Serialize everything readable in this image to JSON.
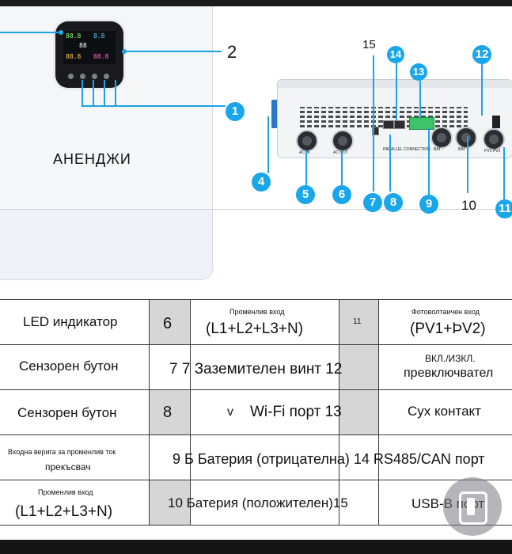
{
  "brand": "АНЕНДЖИ",
  "diagram": {
    "screen_texts": [
      "88.8",
      "8.8",
      "88",
      "88.8",
      "88.8"
    ],
    "labels": {
      "n1": "1",
      "n2": "2",
      "n4": "4",
      "n5": "5",
      "n6": "6",
      "n7": "7",
      "n8": "8",
      "n9": "9",
      "n10": "10",
      "n11": "11",
      "n12": "12",
      "n13": "13",
      "n14": "14",
      "n15": "15"
    },
    "port_tiny": {
      "ac_in": "AC IN",
      "ac_out": "AC OUT",
      "parallel": "PARALLEL CONNECTION",
      "bat_neg": "BAT -",
      "bat_pos": "BAT +",
      "pv": "PV1  PV2"
    }
  },
  "table": {
    "r1": {
      "c1": "LED индикатор",
      "c2": "6",
      "c3_small": "Променлив вход",
      "c3": "(L1+L2+L3+N)",
      "c4": "11",
      "c5_small": "Фотоволтаичен вход",
      "c5": "(PV1+ÞV2)"
    },
    "r2": {
      "c1": "Сензорен бутон",
      "c3": "7 7 Заземителен винт 12",
      "c5_small": "ВКЛ./ИЗКЛ.",
      "c5": "превключвател"
    },
    "r3": {
      "c1": "Сензорен бутон",
      "c2": "8",
      "c3_mark": "v",
      "c3": "Wi-Fi порт 13",
      "c5": "Сух контакт"
    },
    "r4": {
      "c1_small": "Входна верига за променлив ток",
      "c1": "прекъсвач",
      "c3": "9 Б  Батерия (отрицателна) 14 RS485/CAN порт"
    },
    "r5": {
      "c1_small": "Променлив вход",
      "c1": "(L1+L2+L3+N)",
      "c3": "10 Батерия (положителен)15",
      "c5": "USB-B порт"
    }
  },
  "colors": {
    "accent": "#1aa6ea",
    "cell_shade": "#d6d6d6"
  },
  "icons": {
    "home": "recent-apps-icon"
  }
}
